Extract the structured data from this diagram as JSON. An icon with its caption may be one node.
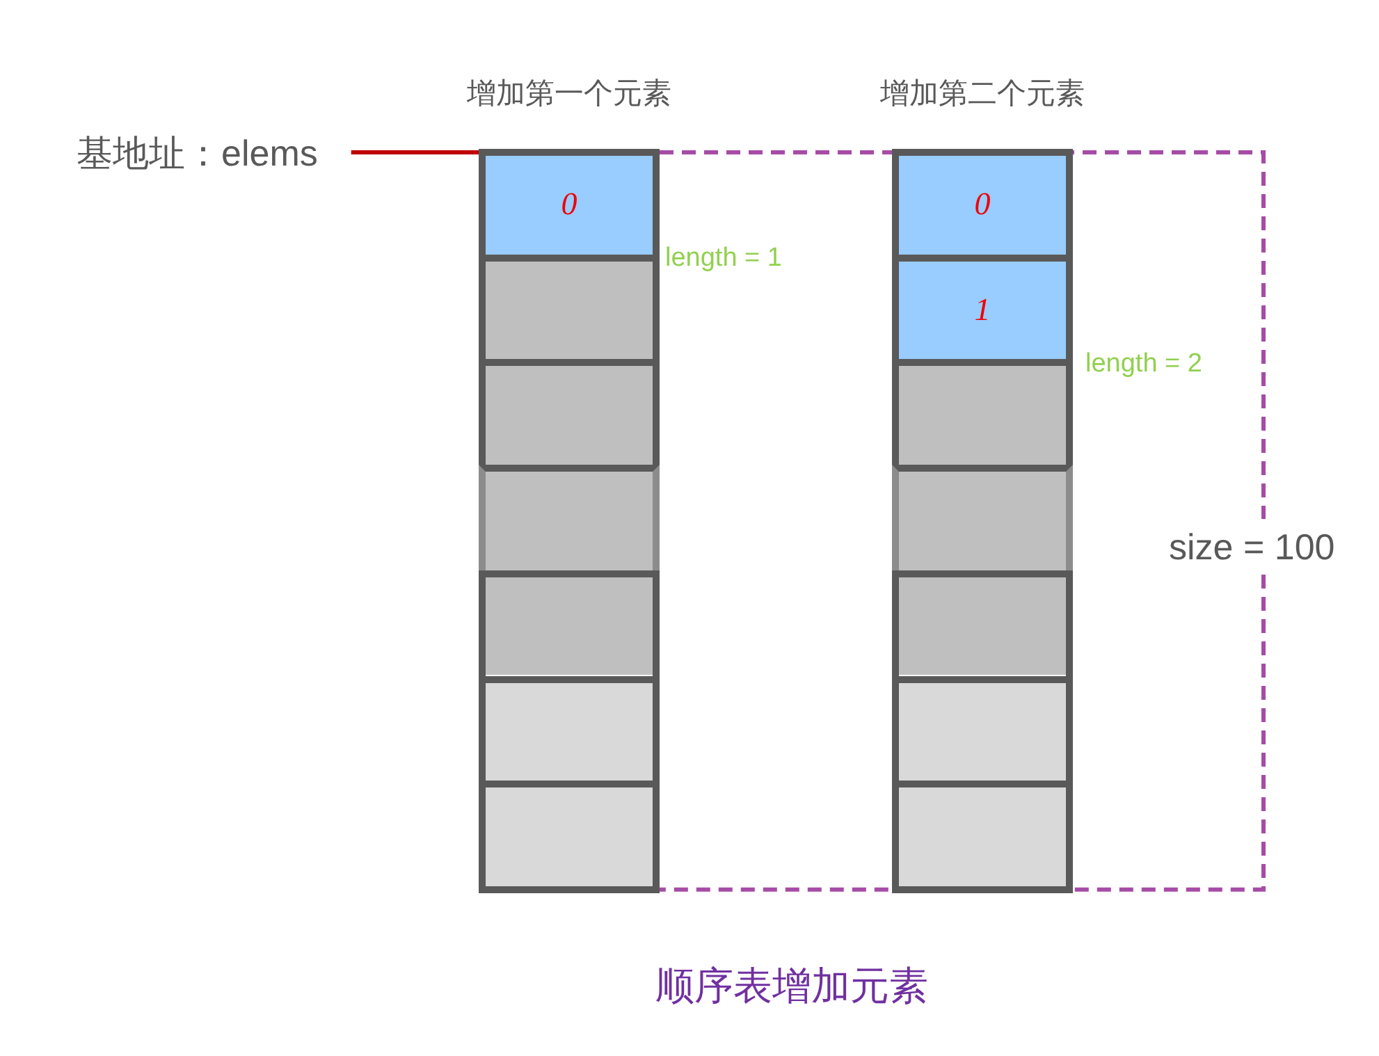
{
  "diagram": {
    "caption": "顺序表增加元素",
    "nodes": [
      {
        "text": [
          "基地址：elems"
        ]
      },
      {
        "text": [
          "增加第一个元素"
        ],
        "beside": [
          "length = 1"
        ]
      },
      {
        "text": [
          "0"
        ],
        "in": 1
      },
      {
        "text": [],
        "shape": "box",
        "in": 1
      },
      {
        "text": [],
        "shape": "box",
        "in": 1
      },
      {
        "text": [],
        "shape": "box",
        "in": 1
      },
      {
        "text": [],
        "shape": "box",
        "in": 1
      },
      {
        "text": [],
        "shape": "box",
        "in": 1
      },
      {
        "text": [],
        "shape": "box",
        "in": 1
      },
      {
        "text": [
          "增加第二个元素"
        ],
        "beside": [
          "length = 2"
        ]
      },
      {
        "text": [
          "0"
        ],
        "in": 9
      },
      {
        "text": [
          "1"
        ],
        "in": 9
      },
      {
        "text": [],
        "shape": "box",
        "in": 9
      },
      {
        "text": [],
        "shape": "box",
        "in": 9
      },
      {
        "text": [],
        "shape": "box",
        "in": 9
      },
      {
        "text": [],
        "shape": "box",
        "in": 9
      },
      {
        "text": [],
        "shape": "box",
        "in": 9
      }
    ],
    "edges": [
      {
        "from": 0,
        "to": 2,
        "arrow": "none",
        "color": "#c00000"
      }
    ],
    "labels": [
      "size = 100"
    ]
  }
}
